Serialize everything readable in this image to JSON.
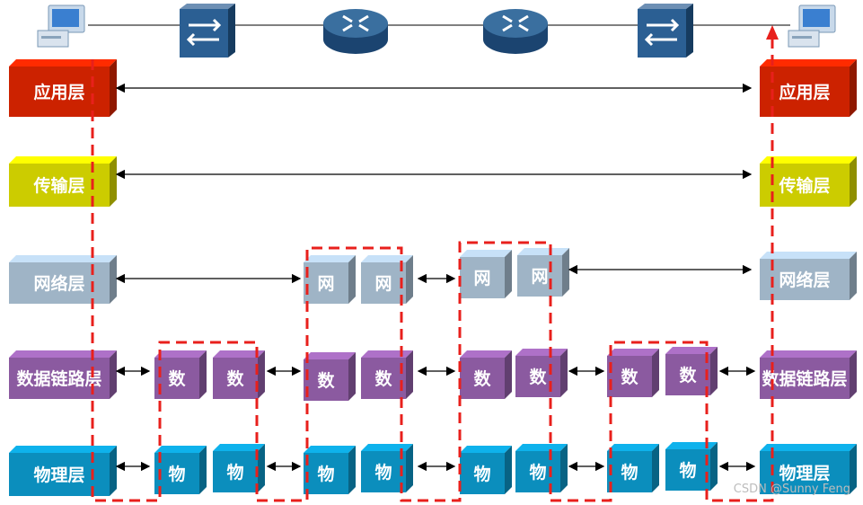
{
  "layers": {
    "application": {
      "label": "应用层",
      "color": "#cc2200"
    },
    "transport": {
      "label": "传输层",
      "color": "#cccc00"
    },
    "network": {
      "label": "网络层",
      "color": "#9fb4c6"
    },
    "datalink": {
      "label": "数据链路层",
      "color": "#8b5aa0"
    },
    "physical": {
      "label": "物理层",
      "color": "#0b8ebd"
    }
  },
  "short_labels": {
    "network": "网",
    "datalink": "数",
    "physical": "物"
  },
  "devices": [
    {
      "name": "host-left",
      "icon": "computer-icon"
    },
    {
      "name": "switch-left",
      "icon": "switch-icon"
    },
    {
      "name": "router-left",
      "icon": "router-icon"
    },
    {
      "name": "router-right",
      "icon": "router-icon"
    },
    {
      "name": "switch-right",
      "icon": "switch-icon"
    },
    {
      "name": "host-right",
      "icon": "computer-icon"
    }
  ],
  "colors": {
    "path": "#e8201c",
    "line": "#000000",
    "device": "#1f4f7a"
  },
  "watermark": "CSDN @Sunny Feng"
}
